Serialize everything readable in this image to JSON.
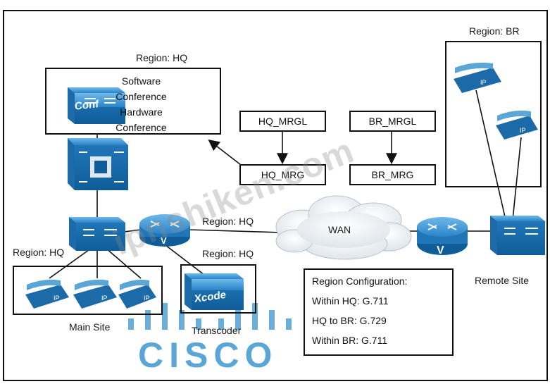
{
  "regions": {
    "hq_conf": "Region: HQ",
    "br": "Region: BR",
    "hq_link": "Region: HQ",
    "hq_xcode": "Region: HQ",
    "hq_main": "Region: HQ"
  },
  "conference": {
    "lines": [
      "Software",
      "Conference",
      "Hardware",
      "Conference"
    ],
    "icon_label": "Conf"
  },
  "mrgl": {
    "hq_mrgl": "HQ_MRGL",
    "hq_mrg": "HQ_MRG",
    "br_mrgl": "BR_MRGL",
    "br_mrg": "BR_MRG"
  },
  "wan_label": "WAN",
  "sites": {
    "main": "Main Site",
    "transcoder": "Transcoder",
    "remote": "Remote Site"
  },
  "xcode_icon_label": "Xcode",
  "region_configuration": {
    "title": "Region Configuration:",
    "rows": [
      "Within HQ: G.711",
      "HQ to BR: G.729",
      "Within BR: G.711"
    ]
  },
  "watermark": "ipnshiken.com",
  "logo": "CISCO",
  "colors": {
    "device_blue": "#2a84c8",
    "device_dark": "#0f5d98",
    "cloud": "#eef1f4",
    "logo_blue": "#5aa6d6"
  }
}
